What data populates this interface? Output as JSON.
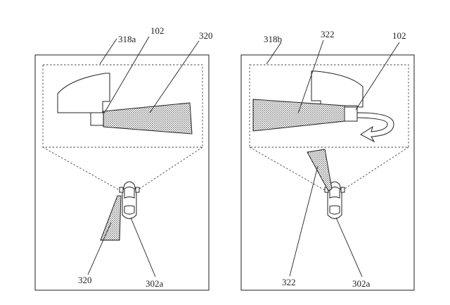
{
  "left_panel": {
    "frame_label": "318a",
    "device_label": "102",
    "beam_label": "320",
    "beam_label_bottom": "320",
    "vehicle_label": "302a"
  },
  "right_panel": {
    "frame_label": "318b",
    "beam_label": "322",
    "device_label": "102",
    "beam_label_bottom": "322",
    "vehicle_label": "302a"
  }
}
